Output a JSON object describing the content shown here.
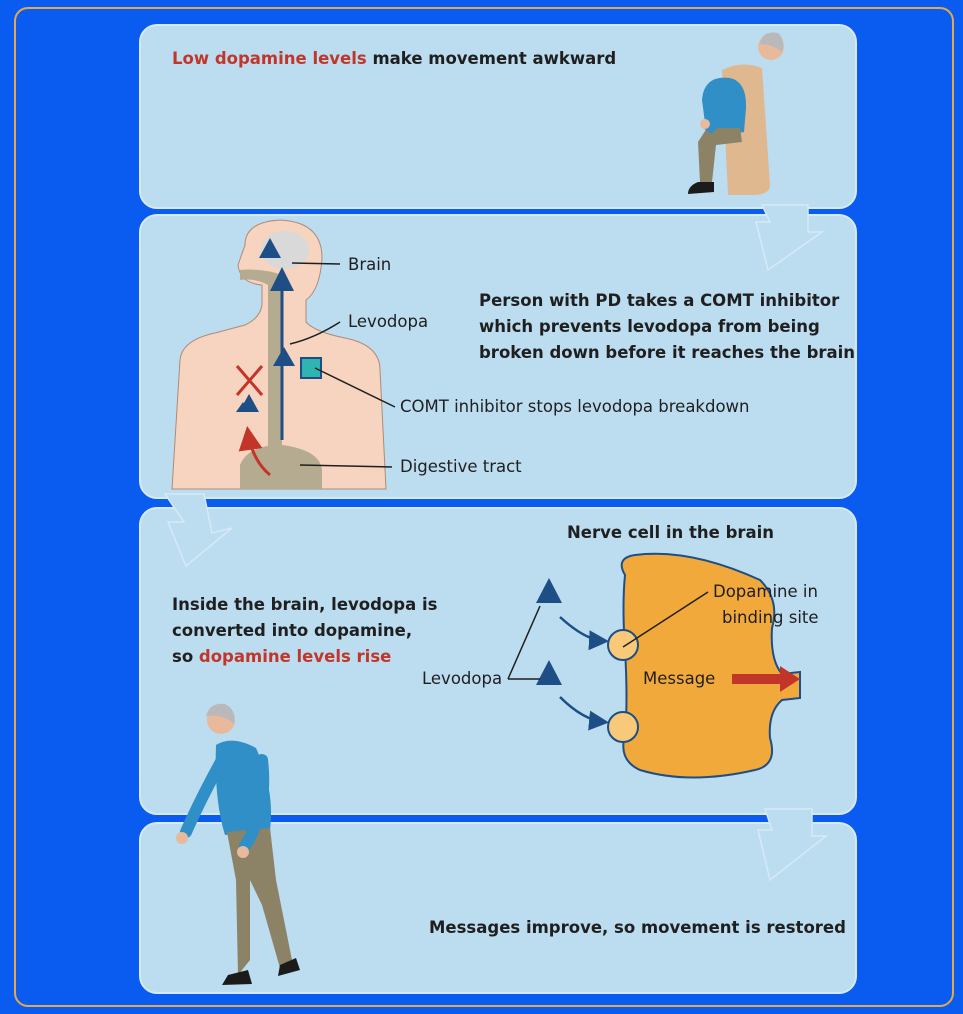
{
  "panel1": {
    "highlight": "Low dopamine levels",
    "text": " make movement awkward"
  },
  "panel2": {
    "label_brain": "Brain",
    "label_levodopa": "Levodopa",
    "label_comt": "COMT inhibitor stops levodopa breakdown",
    "label_digestive": "Digestive tract",
    "description": [
      "Person with PD takes a COMT inhibitor",
      "which prevents levodopa from being",
      "broken down before it reaches the brain"
    ]
  },
  "panel3": {
    "title": "Nerve cell in the brain",
    "line1": "Inside the brain, levodopa is",
    "line2": "converted into dopamine,",
    "line3_prefix": "so ",
    "line3_highlight": "dopamine levels rise",
    "label_levodopa": "Levodopa",
    "label_dopamine_1": "Dopamine in",
    "label_dopamine_2": "binding site",
    "label_message": "Message"
  },
  "panel4": {
    "text": "Messages improve, so movement is restored"
  },
  "colors": {
    "background": "#0a5cf0",
    "panel": "#bcdcf0",
    "highlight": "#c2362a",
    "triangle": "#1d4e86",
    "nerve_cell": "#f2a93b",
    "inhibitor": "#2eb5b2"
  }
}
